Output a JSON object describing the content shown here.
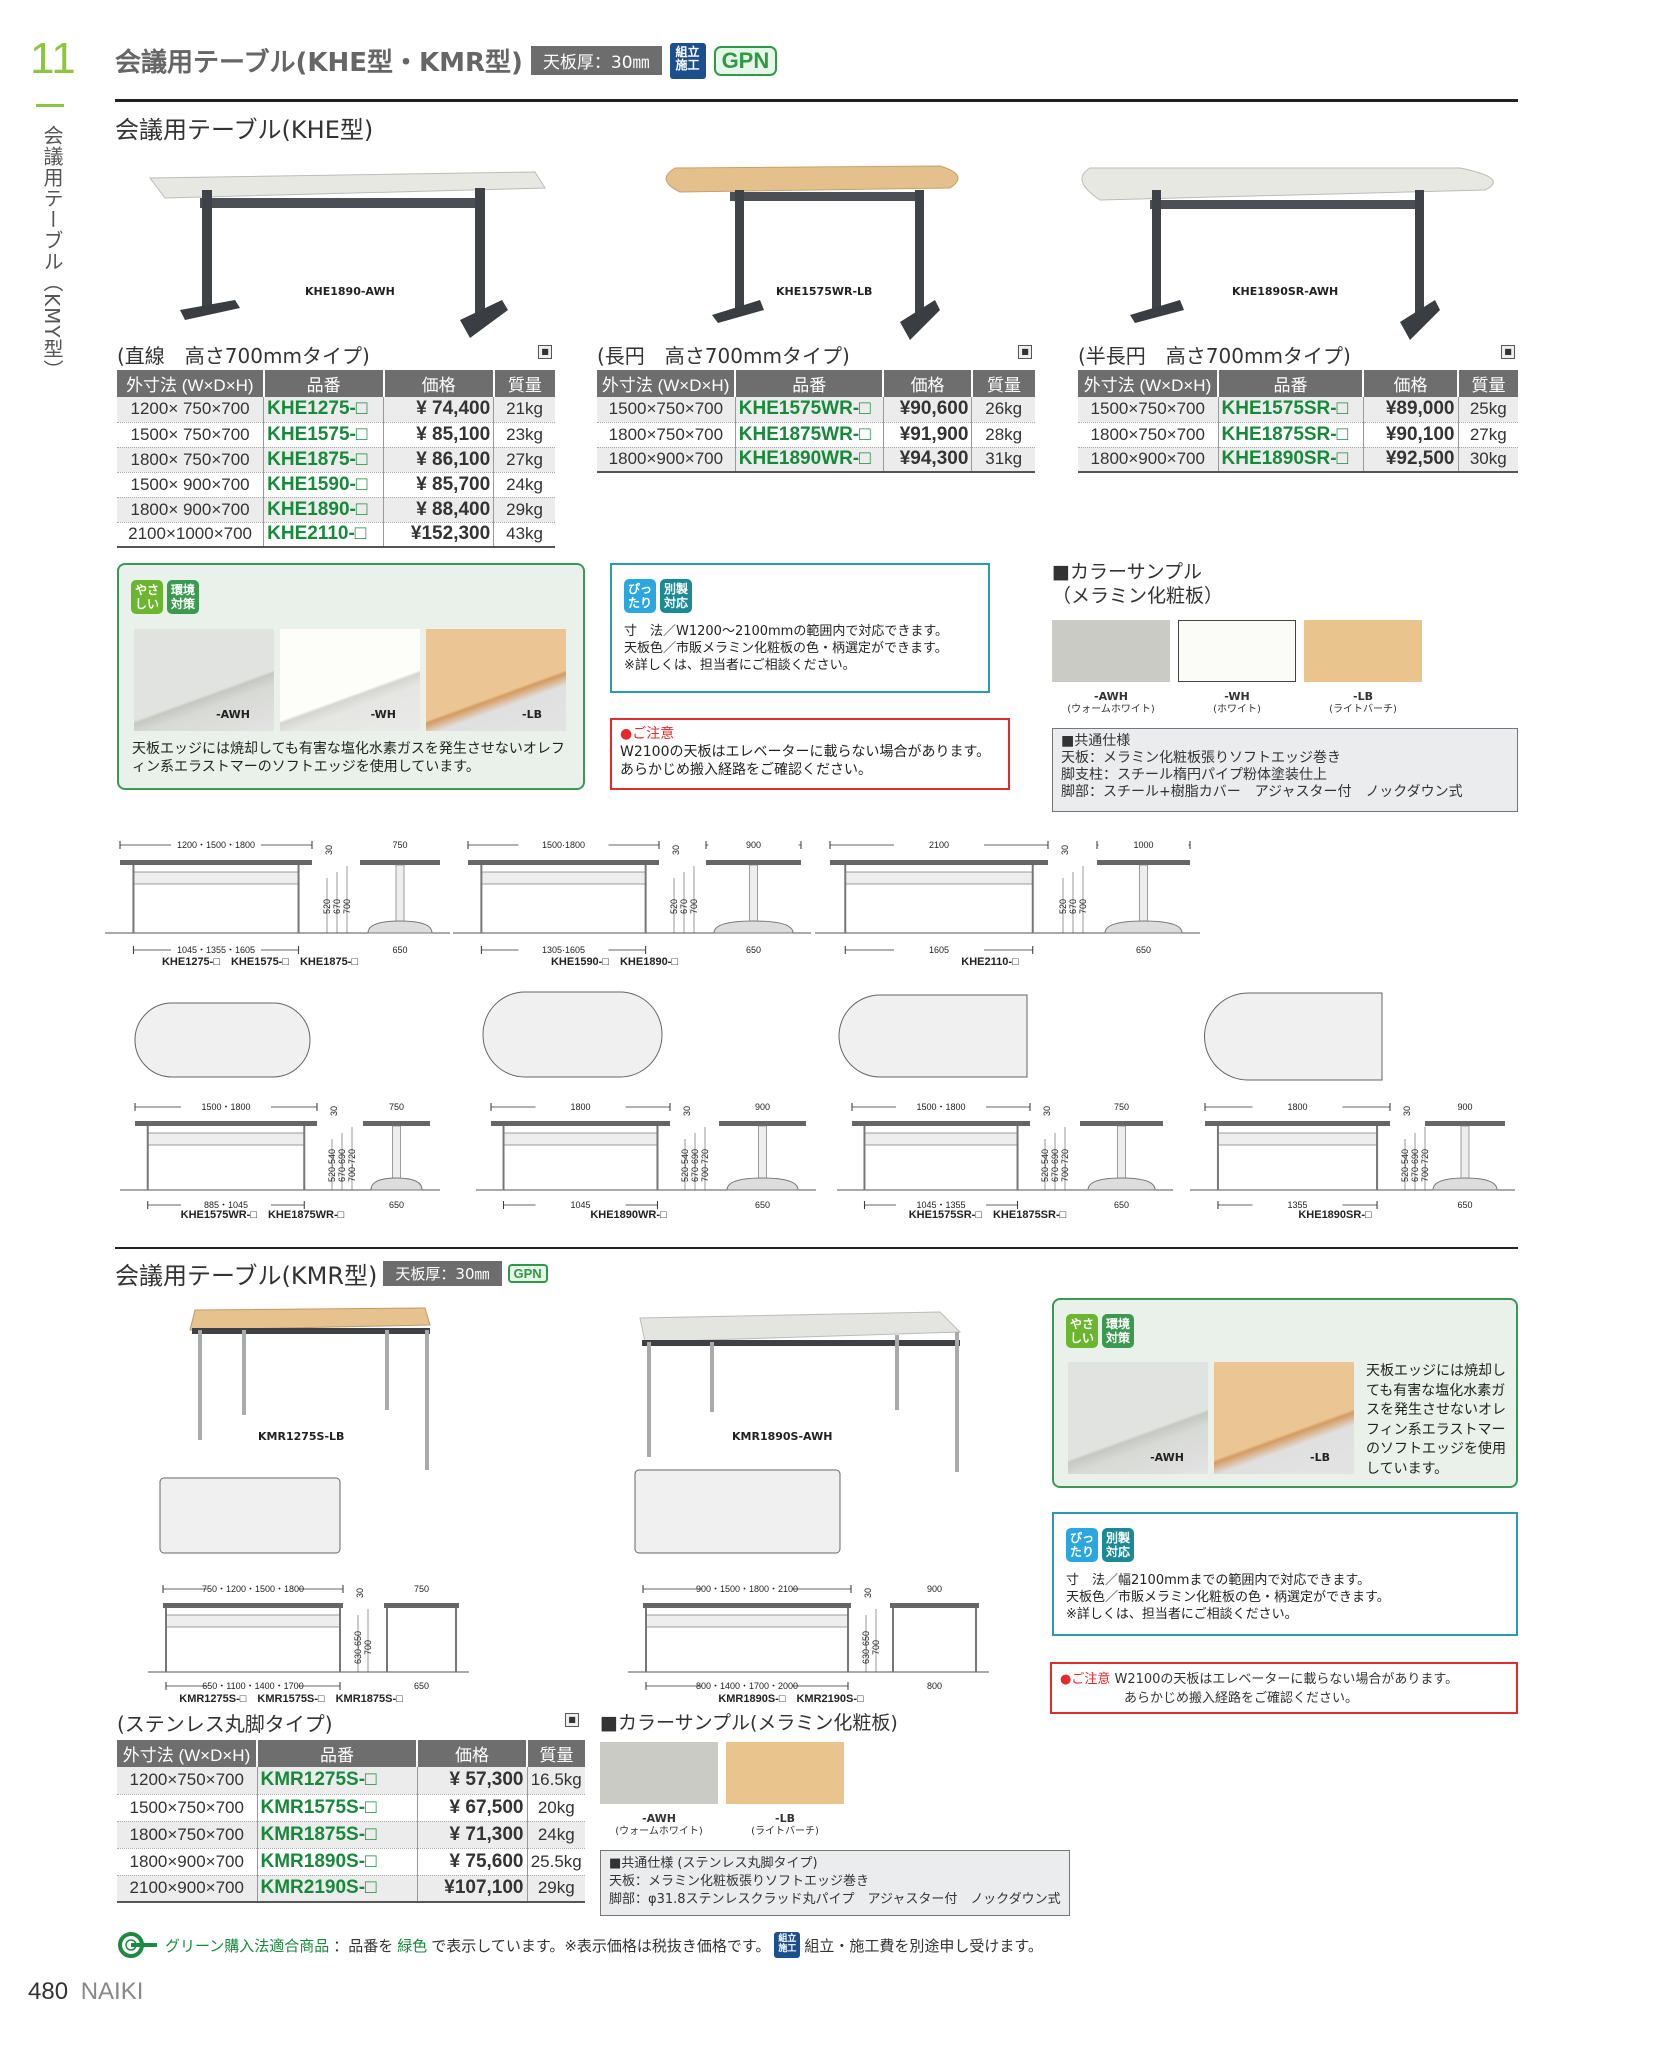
{
  "chapter": "11",
  "side_label": "会議用テーブル（KMY型）",
  "header": {
    "title": "会議用テーブル(KHE型・KMR型)",
    "thickness": "天板厚：30㎜",
    "kumi": "組立施工",
    "gpn": "GPN"
  },
  "khe": {
    "title": "会議用テーブル(KHE型)",
    "images": [
      "KHE1890-AWH",
      "KHE1575WR-LB",
      "KHE1890SR-AWH"
    ],
    "headers": [
      "外寸法 (W×D×H)",
      "品番",
      "価格",
      "質量"
    ],
    "tables": [
      {
        "subtitle": "(直線　高さ700mmタイプ)",
        "rows": [
          [
            "1200× 750×700",
            "KHE1275-□",
            "¥  74,400",
            "21kg"
          ],
          [
            "1500× 750×700",
            "KHE1575-□",
            "¥  85,100",
            "23kg"
          ],
          [
            "1800× 750×700",
            "KHE1875-□",
            "¥  86,100",
            "27kg"
          ],
          [
            "1500× 900×700",
            "KHE1590-□",
            "¥  85,700",
            "24kg"
          ],
          [
            "1800× 900×700",
            "KHE1890-□",
            "¥  88,400",
            "29kg"
          ],
          [
            "2100×1000×700",
            "KHE2110-□",
            "¥152,300",
            "43kg"
          ]
        ]
      },
      {
        "subtitle": "(長円　高さ700mmタイプ)",
        "rows": [
          [
            "1500×750×700",
            "KHE1575WR-□",
            "¥90,600",
            "26kg"
          ],
          [
            "1800×750×700",
            "KHE1875WR-□",
            "¥91,900",
            "28kg"
          ],
          [
            "1800×900×700",
            "KHE1890WR-□",
            "¥94,300",
            "31kg"
          ]
        ]
      },
      {
        "subtitle": "(半長円　高さ700mmタイプ)",
        "rows": [
          [
            "1500×750×700",
            "KHE1575SR-□",
            "¥89,000",
            "25kg"
          ],
          [
            "1800×750×700",
            "KHE1875SR-□",
            "¥90,100",
            "27kg"
          ],
          [
            "1800×900×700",
            "KHE1890SR-□",
            "¥92,500",
            "30kg"
          ]
        ]
      }
    ],
    "eco": {
      "badge1": "やさしい",
      "badge2": "環境対策",
      "samples": [
        "-AWH",
        "-WH",
        "-LB"
      ],
      "text": "天板エッジには焼却しても有害な塩化水素ガスを発生させないオレフィン系エラストマーのソフトエッジを使用しています。"
    },
    "custom": {
      "badge1": "ぴったり",
      "badge2": "別製対応",
      "lines": [
        "寸　法／W1200～2100mmの範囲内で対応できます。",
        "天板色／市販メラミン化粧板の色・柄選定ができます。",
        "※詳しくは、担当者にご相談ください。"
      ]
    },
    "caution": {
      "title": "●ご注意",
      "lines": [
        "W2100の天板はエレベーターに載らない場合があります。",
        "あらかじめ搬入経路をご確認ください。"
      ]
    },
    "colors": {
      "title": [
        "■カラーサンプル",
        "（メラミン化粧板）"
      ],
      "items": [
        {
          "code": "-AWH",
          "name": "(ウォームホワイト)",
          "hex": "#c9cbc4"
        },
        {
          "code": "-WH",
          "name": "(ホワイト)",
          "hex": "#fbfbf7"
        },
        {
          "code": "-LB",
          "name": "(ライトバーチ)",
          "hex": "#e9c48c"
        }
      ]
    },
    "spec": [
      "■共通仕様",
      "天板：メラミン化粧板張りソフトエッジ巻き",
      "脚支柱：スチール楕円パイプ粉体塗装仕上",
      "脚部：スチール+樹脂カバー　アジャスター付　ノックダウン式"
    ],
    "drawings": [
      {
        "top": "1200・1500・1800",
        "side": "750",
        "bottom": "1045・1355・1605",
        "sidebottom": "650",
        "t": "30",
        "h": [
          "520",
          "670",
          "700"
        ],
        "caption": "KHE1275-□　KHE1575-□　KHE1875-□"
      },
      {
        "top": "1500·1800",
        "side": "900",
        "bottom": "1305·1605",
        "sidebottom": "650",
        "t": "30",
        "h": [
          "520",
          "670",
          "700"
        ],
        "caption": "KHE1590-□　KHE1890-□"
      },
      {
        "top": "2100",
        "side": "1000",
        "bottom": "1605",
        "sidebottom": "650",
        "t": "30",
        "h": [
          "520",
          "670",
          "700"
        ],
        "caption": "KHE2110-□"
      },
      {
        "top": "1500・1800",
        "side": "750",
        "bottom": "885・1045",
        "sidebottom": "650",
        "t": "30",
        "h": [
          "520-540",
          "670-690",
          "700-720"
        ],
        "caption": "KHE1575WR-□　KHE1875WR-□"
      },
      {
        "top": "1800",
        "side": "900",
        "bottom": "1045",
        "sidebottom": "650",
        "t": "30",
        "h": [
          "520-540",
          "670-690",
          "700-720"
        ],
        "caption": "KHE1890WR-□"
      },
      {
        "top": "1500・1800",
        "side": "750",
        "bottom": "1045・1355",
        "sidebottom": "650",
        "t": "30",
        "h": [
          "520-540",
          "670-690",
          "700-720"
        ],
        "caption": "KHE1575SR-□　KHE1875SR-□"
      },
      {
        "top": "1800",
        "side": "900",
        "bottom": "1355",
        "sidebottom": "650",
        "t": "30",
        "h": [
          "520-540",
          "670-690",
          "700-720"
        ],
        "caption": "KHE1890SR-□"
      }
    ]
  },
  "kmr": {
    "title": "会議用テーブル(KMR型)",
    "thickness": "天板厚：30㎜",
    "gpn": "GPN",
    "images": [
      "KMR1275S-LB",
      "KMR1890S-AWH"
    ],
    "subtitle": "(ステンレス丸脚タイプ)",
    "rows": [
      [
        "1200×750×700",
        "KMR1275S-□",
        "¥  57,300",
        "16.5kg"
      ],
      [
        "1500×750×700",
        "KMR1575S-□",
        "¥  67,500",
        "20kg"
      ],
      [
        "1800×750×700",
        "KMR1875S-□",
        "¥  71,300",
        "24kg"
      ],
      [
        "1800×900×700",
        "KMR1890S-□",
        "¥  75,600",
        "25.5kg"
      ],
      [
        "2100×900×700",
        "KMR2190S-□",
        "¥107,100",
        "29kg"
      ]
    ],
    "drawings": [
      {
        "top": "750・1200・1500・1800",
        "side": "750",
        "bottom": "650・1100・1400・1700",
        "sidebottom": "650",
        "t": "30",
        "h": [
          "630-650",
          "700"
        ],
        "caption": "KMR1275S-□　KMR1575S-□　KMR1875S-□"
      },
      {
        "top": "900・1500・1800・2100",
        "side": "900",
        "bottom": "800・1400・1700・2000",
        "sidebottom": "800",
        "t": "30",
        "h": [
          "630-650",
          "700"
        ],
        "caption": "KMR1890S-□　KMR2190S-□"
      }
    ],
    "colors": {
      "title": "■カラーサンプル(メラミン化粧板)",
      "items": [
        {
          "code": "-AWH",
          "name": "(ウォームホワイト)",
          "hex": "#c9cbc4"
        },
        {
          "code": "-LB",
          "name": "(ライトバーチ)",
          "hex": "#e9c48c"
        }
      ]
    },
    "spec": [
      "■共通仕様 (ステンレス丸脚タイプ)",
      "天板：メラミン化粧板張りソフトエッジ巻き",
      "脚部：φ31.8ステンレスクラッド丸パイプ　アジャスター付　ノックダウン式"
    ],
    "eco": {
      "badge1": "やさしい",
      "badge2": "環境対策",
      "samples": [
        "-AWH",
        "-LB"
      ],
      "text": "天板エッジには焼却しても有害な塩化水素ガスを発生させないオレフィン系エラストマーのソフトエッジを使用しています。"
    },
    "custom": {
      "badge1": "ぴったり",
      "badge2": "別製対応",
      "lines": [
        "寸　法／幅2100mmまでの範囲内で対応できます。",
        "天板色／市販メラミン化粧板の色・柄選定ができます。",
        "※詳しくは、担当者にご相談ください。"
      ]
    },
    "caution": {
      "title": "●ご注意",
      "lines": [
        "W2100の天板はエレベーターに載らない場合があります。",
        "あらかじめ搬入経路をご確認ください。"
      ]
    }
  },
  "footer": {
    "green": "グリーン購入法適合商品",
    "t1": "：品番を",
    "t2": "緑色",
    "t3": "で表示しています。※表示価格は税抜き価格です。",
    "kumi": "組立施工",
    "t4": "組立・施工費を別途申し受けます。"
  },
  "page": {
    "number": "480",
    "brand": "NAIKI"
  },
  "colors_ui": {
    "green": "#178a3a",
    "accent": "#8cc63f"
  }
}
